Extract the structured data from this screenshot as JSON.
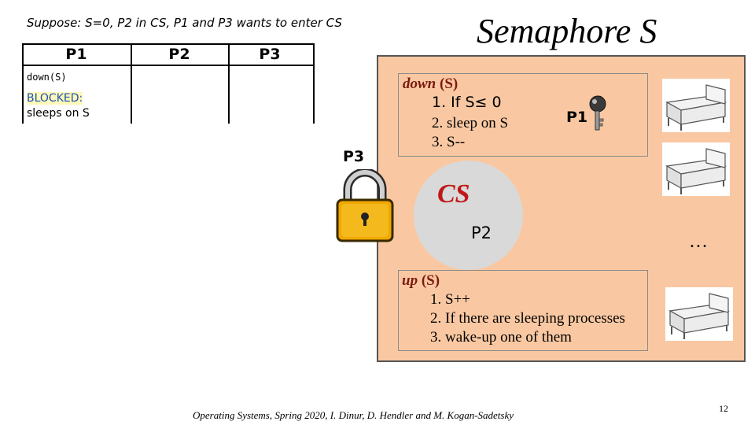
{
  "header": {
    "scenario": "Suppose: S=0, P2 in CS, P1 and P3 wants to enter CS",
    "title": "Semaphore S"
  },
  "table": {
    "columns": [
      "P1",
      "P2",
      "P3"
    ],
    "p1_cell_op": "down(S)",
    "p1_cell_status": "BLOCKED:",
    "p1_cell_detail": "sleeps on S"
  },
  "down_box": {
    "keyword": "down",
    "arg": "(S)",
    "line1": "1. If S≤ 0",
    "line2": "2.      sleep on S",
    "line3": "3. S--"
  },
  "holder_label": "P1",
  "waiting_label": "P3",
  "cs": {
    "label": "CS",
    "occupant": "P2"
  },
  "ellipsis": "…",
  "up_box": {
    "keyword": "up",
    "arg": "(S)",
    "line1": "1. S++",
    "line2": "2. If there are sleeping processes",
    "line3": "3. wake-up one of them"
  },
  "footer": {
    "credit": "Operating Systems, Spring 2020, I. Dinur,  D. Hendler and M. Kogan-Sadetsky",
    "page": "12"
  },
  "colors": {
    "panel": "#f9c8a2",
    "cs_circle": "#d9d9d9",
    "cs_text": "#c01818",
    "keyword": "#7a1a10",
    "blocked_text": "#1b54b4",
    "lock_body": "#f0a800"
  },
  "icons": [
    "padlock-icon",
    "key-icon",
    "bed-icon"
  ]
}
